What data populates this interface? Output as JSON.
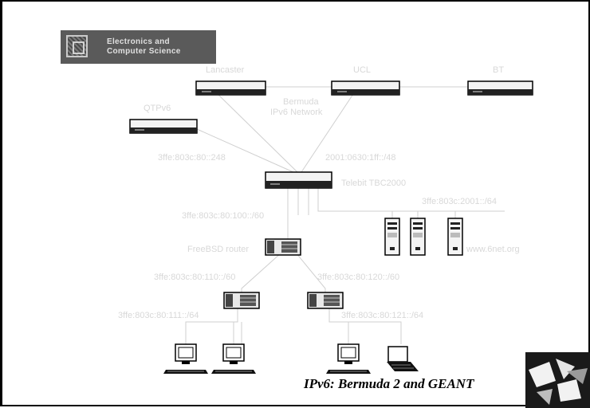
{
  "logo": {
    "line1": "Electronics and",
    "line2": "Computer Science"
  },
  "nodes": {
    "lancaster": "Lancaster",
    "ucl": "UCL",
    "bt": "BT",
    "qtpv6": "QTPv6",
    "network": [
      "Bermuda",
      "IPv6 Network"
    ],
    "telebit": "Telebit TBC2000",
    "freebsd": "FreeBSD router",
    "servers": "www.6net.org"
  },
  "prefixes": {
    "qtp_link": "3ffe:803c:80::248",
    "ucl_link": "2001:0630:1ff::/48",
    "server_lan": "3ffe:803c:2001::/64",
    "router_link": "3ffe:803c:80:100::/60",
    "left_subnet": "3ffe:803c:80:110::/60",
    "right_subnet": "3ffe:803c:80:120::/60",
    "left_lan": "3ffe:803c:80:111::/64",
    "right_lan": "3ffe:803c:80:121::/64"
  },
  "footer": {
    "title": "IPv6: Bermuda 2 and GEANT"
  }
}
